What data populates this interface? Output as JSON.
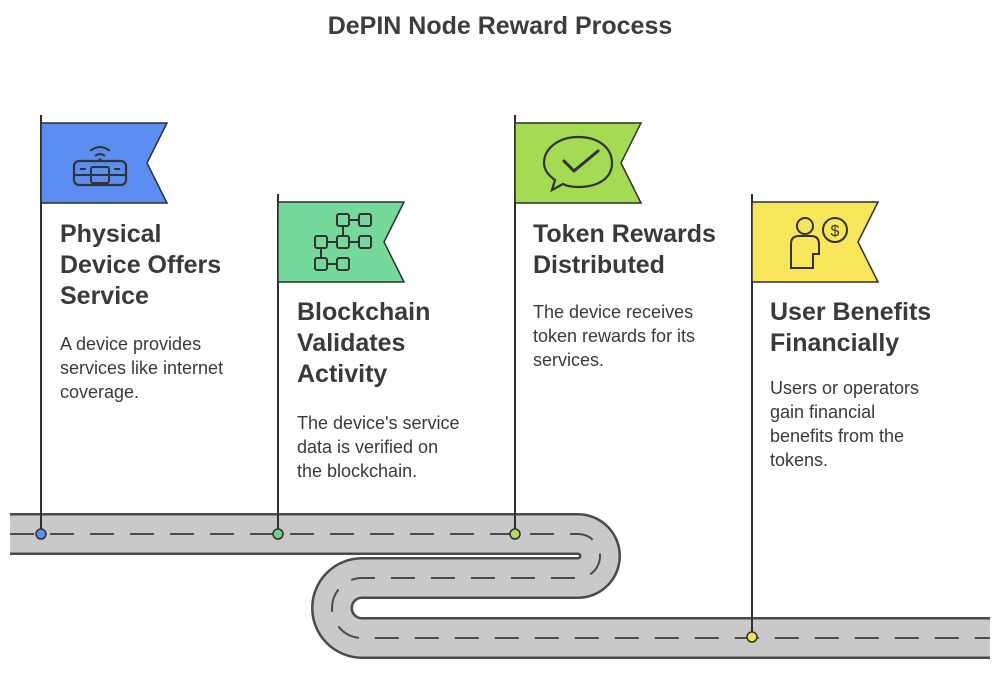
{
  "title": "DePIN Node Reward Process",
  "steps": [
    {
      "title_lines": [
        "Physical",
        "Device Offers",
        "Service"
      ],
      "desc_lines": [
        "A device provides",
        "services like internet",
        "coverage."
      ],
      "icon": "router-icon",
      "color": "#5b8ef0",
      "dot_color": "#5b8ef0"
    },
    {
      "title_lines": [
        "Blockchain",
        "Validates",
        "Activity"
      ],
      "desc_lines": [
        "The device's service",
        "data is verified on",
        "the blockchain."
      ],
      "icon": "blockchain-icon",
      "color": "#74d99a",
      "dot_color": "#6fcf8f"
    },
    {
      "title_lines": [
        "Token Rewards",
        "Distributed"
      ],
      "desc_lines": [
        "The device receives",
        "token rewards for its",
        "services."
      ],
      "icon": "chat-check-icon",
      "color": "#a5db52",
      "dot_color": "#b4d85a"
    },
    {
      "title_lines": [
        "User Benefits",
        "Financially"
      ],
      "desc_lines": [
        "Users or operators",
        "gain financial",
        "benefits from the",
        "tokens."
      ],
      "icon": "user-dollar-icon",
      "color": "#f7e55a",
      "dot_color": "#f3e05a"
    }
  ]
}
